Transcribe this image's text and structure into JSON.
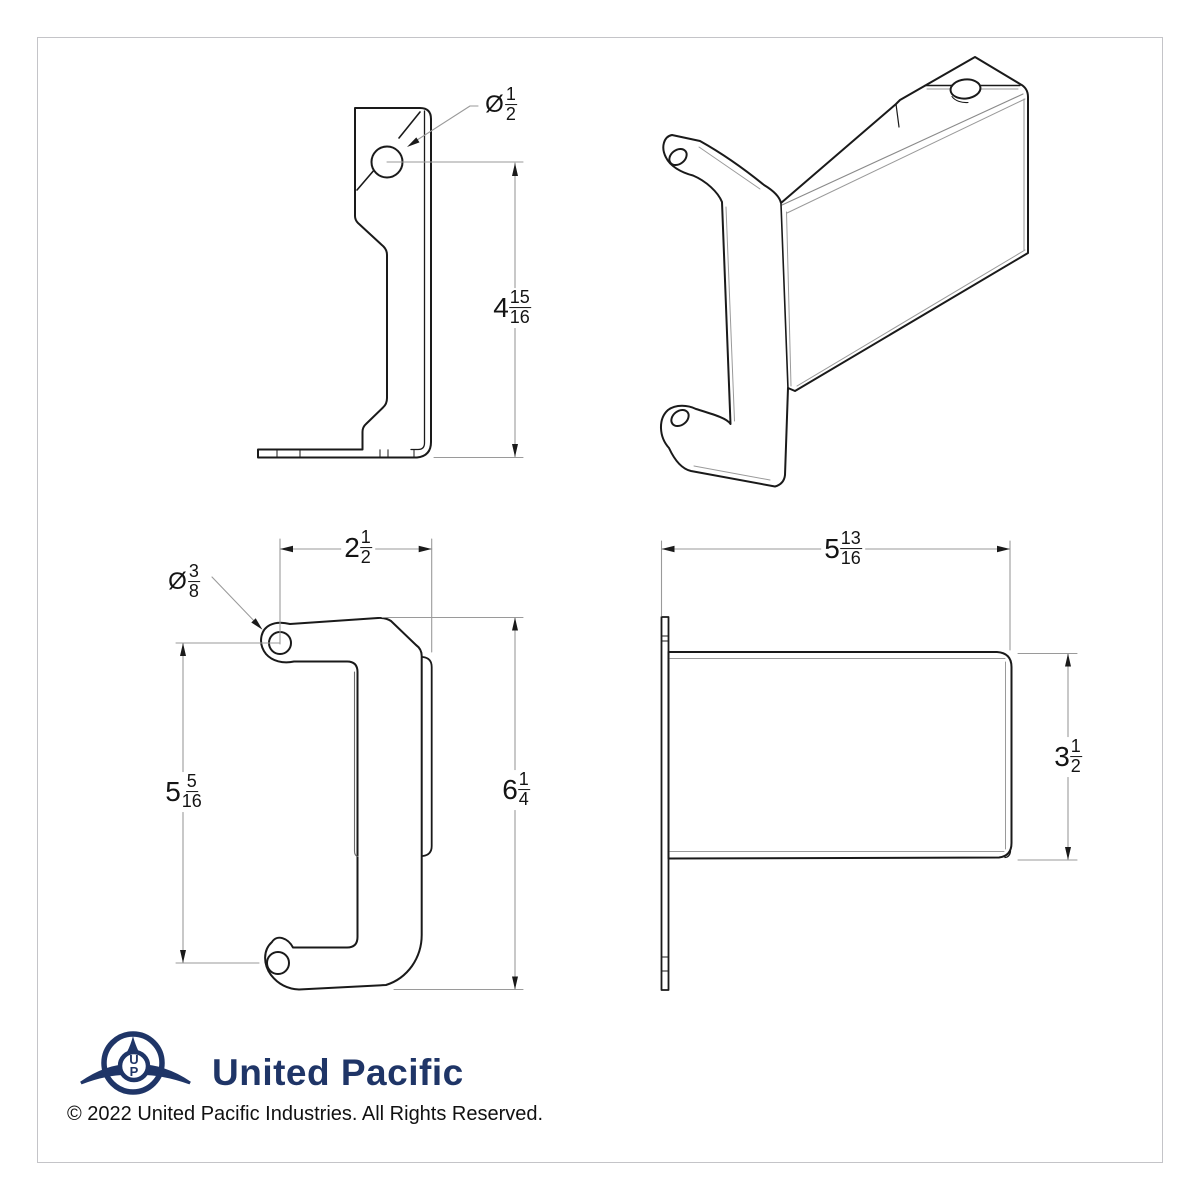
{
  "window": {
    "background": "#ffffff",
    "border_color": "#c4c4c8"
  },
  "colors": {
    "outline": "#1a1a1a",
    "thin_line": "#9a9a9a",
    "brand_navy": "#1f3567",
    "text": "#141414"
  },
  "branding": {
    "company_name": "United Pacific",
    "monogram_top": "U",
    "monogram_bottom": "P",
    "copyright": "© 2022 United Pacific Industries. All Rights Reserved."
  },
  "drawing": {
    "dimensions": {
      "side_hole_diameter": {
        "prefix": "Ø",
        "numerator": "1",
        "denominator": "2"
      },
      "side_height": {
        "whole": "4",
        "numerator": "15",
        "denominator": "16"
      },
      "front_width": {
        "whole": "2",
        "numerator": "1",
        "denominator": "2"
      },
      "front_hole_diameter": {
        "prefix": "Ø",
        "numerator": "3",
        "denominator": "8"
      },
      "front_hole_spacing": {
        "whole": "5",
        "numerator": "5",
        "denominator": "16"
      },
      "front_height": {
        "whole": "6",
        "numerator": "1",
        "denominator": "4"
      },
      "top_length": {
        "whole": "5",
        "numerator": "13",
        "denominator": "16"
      },
      "top_height": {
        "whole": "3",
        "numerator": "1",
        "denominator": "2"
      }
    }
  }
}
